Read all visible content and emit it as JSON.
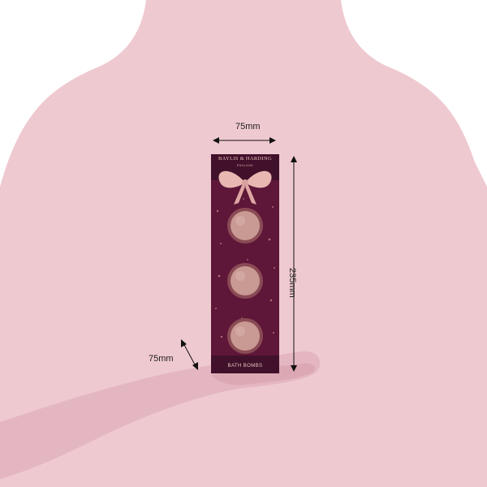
{
  "product": {
    "brand": "BAYLIS & HARDING",
    "brand_sub": "ENGLAND",
    "name": "BATH BOMBS"
  },
  "dimensions": {
    "width_label": "75mm",
    "height_label": "235mm",
    "depth_label": "75mm"
  },
  "colors": {
    "silhouette": "#efc9d0",
    "silhouette_hand": "#e4b6c1",
    "box": "#5e1738",
    "box_dark": "#41102a",
    "bow": "#e8b7b2",
    "bomb": "#c99a93",
    "dim_line": "#111111"
  }
}
